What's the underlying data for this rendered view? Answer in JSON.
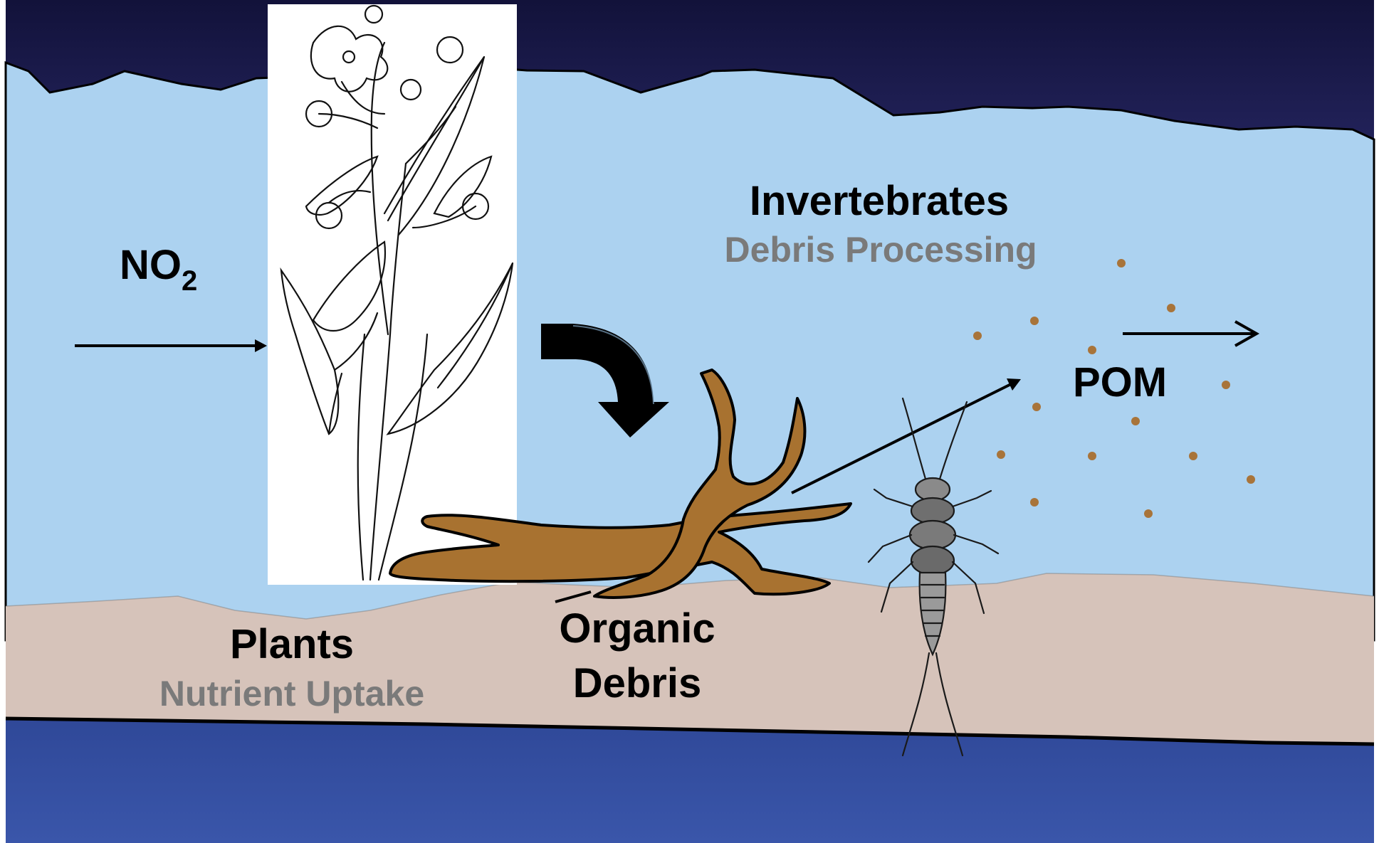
{
  "labels": {
    "no2_main": "NO",
    "no2_sub": "2",
    "invertebrates_title": "Invertebrates",
    "invertebrates_sub": "Debris Processing",
    "pom": "POM",
    "plants_title": "Plants",
    "plants_sub": "Nutrient Uptake",
    "organic_line1": "Organic",
    "organic_line2": "Debris"
  },
  "colors": {
    "night_sky": "#1a1a4a",
    "water": "#acd2f0",
    "sediment": "#d6c3ba",
    "deep": "#3651a3",
    "debris": "#a87230",
    "particle": "#a8743a",
    "text_dark": "#000000",
    "text_gray": "#7a7a7a"
  },
  "icons": {
    "plant": "arrowhead-plant-illustration",
    "insect": "stonefly-nymph-illustration",
    "down_arrow": "curved-down-arrow"
  }
}
